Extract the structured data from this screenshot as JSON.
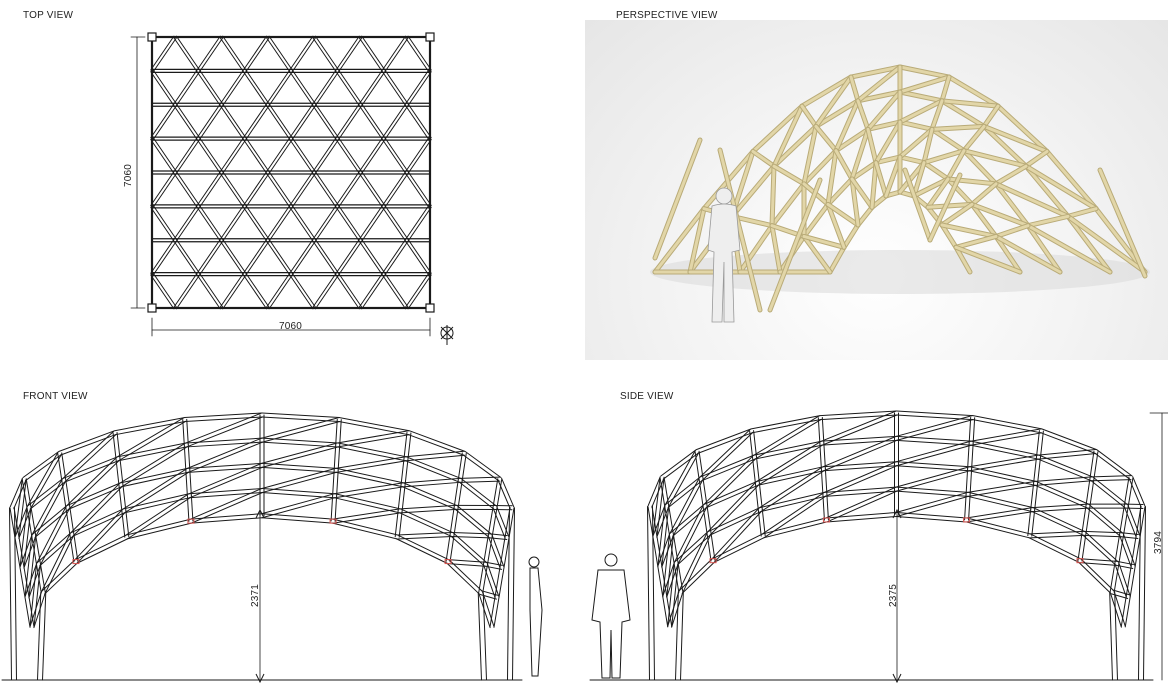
{
  "views": {
    "top": {
      "title": "TOP VIEW",
      "dim_width": "7060",
      "dim_height": "7060"
    },
    "perspective": {
      "title": "PERSPECTIVE VIEW"
    },
    "front": {
      "title": "FRONT VIEW",
      "dim_height": "2371"
    },
    "side": {
      "title": "SIDE VIEW",
      "dim_inner_height": "2375",
      "dim_total_height": "3794"
    }
  },
  "colors": {
    "line": "#1a1a1a",
    "timber": "#e2d6a8",
    "timber_edge": "#b9ab78",
    "connector": "#d9534f"
  },
  "icons": {
    "compass": "compass-icon",
    "person": "person-figure-icon"
  }
}
